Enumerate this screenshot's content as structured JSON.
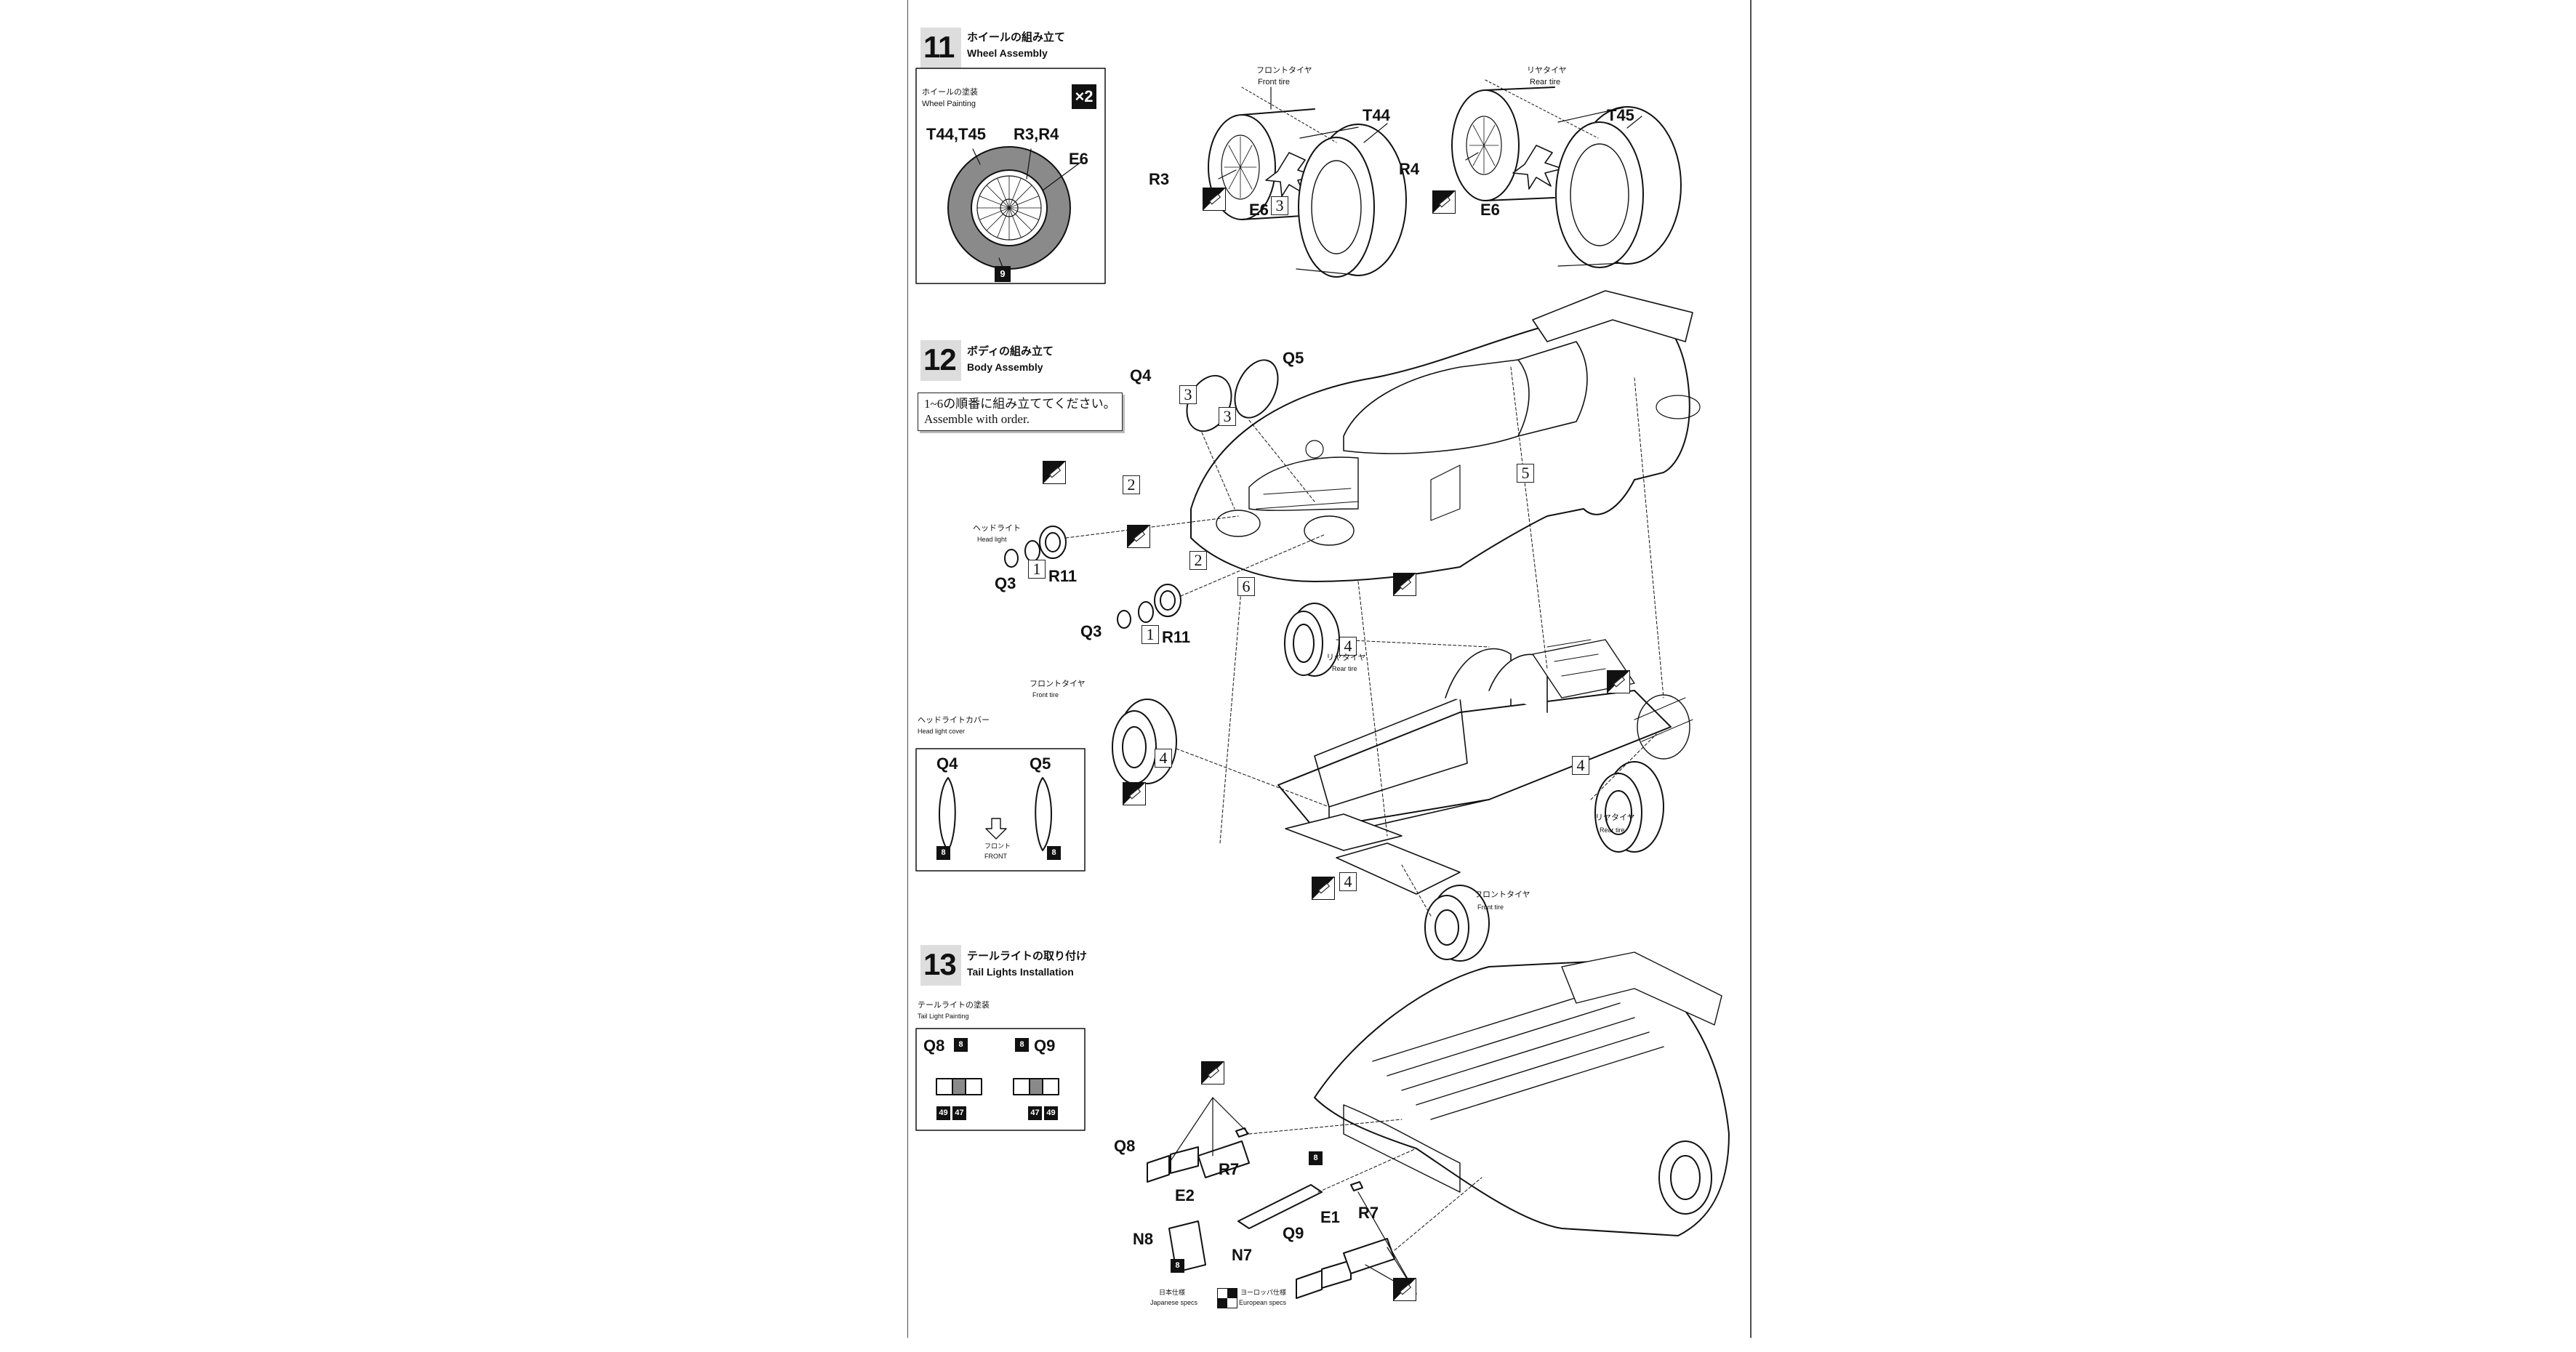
{
  "colors": {
    "ink": "#111111",
    "paper": "#ffffff",
    "tire_gray": "#8a8a8a"
  },
  "step11": {
    "number": "11",
    "title_jp": "ホイールの組み立て",
    "title_en": "Wheel Assembly",
    "painting_title_jp": "ホイールの塗装",
    "painting_title_en": "Wheel Painting",
    "multiplier": "×2",
    "paint_labels": [
      "T44,T45",
      "R3,R4",
      "E6"
    ],
    "paint_color": "9",
    "front": {
      "label_jp": "フロントタイヤ",
      "label_en": "Front tire",
      "tire": "T44",
      "rim": "R3",
      "cap": "E6",
      "order": "3"
    },
    "rear": {
      "label_jp": "リヤタイヤ",
      "label_en": "Rear tire",
      "tire": "T45",
      "rim": "R4",
      "cap": "E6"
    }
  },
  "step12": {
    "number": "12",
    "title_jp": "ボディの組み立て",
    "title_en": "Body Assembly",
    "note_jp": "1~6の順番に組み立ててください。",
    "note_en": "Assemble with order.",
    "orders": [
      "1",
      "2",
      "3",
      "4",
      "5",
      "6"
    ],
    "parts": {
      "cover_left": "Q4",
      "cover_right": "Q5",
      "lens": "Q3",
      "reflector": "R11"
    },
    "headlight_jp": "ヘッドライト",
    "headlight_en": "Head light",
    "headlight_cover_jp": "ヘッドライトカバー",
    "headlight_cover_en": "Head light cover",
    "front_jp": "フロント",
    "front_en": "FRONT",
    "cover_paint": "8",
    "front_tire_jp": "フロントタイヤ",
    "front_tire_en": "Front tire",
    "rear_tire_jp": "リヤタイヤ",
    "rear_tire_en": "Rear tire"
  },
  "step13": {
    "number": "13",
    "title_jp": "テールライトの取り付け",
    "title_en": "Tail Lights Installation",
    "painting_title_jp": "テールライトの塗装",
    "painting_title_en": "Tail Light Painting",
    "left_part": "Q8",
    "right_part": "Q9",
    "clear_paint": "8",
    "paint_a": "49",
    "paint_b": "47",
    "parts": {
      "q8": "Q8",
      "q9": "Q9",
      "r7": "R7",
      "e1": "E1",
      "e2": "E2",
      "n7": "N7",
      "n8": "N8",
      "paint8": "8"
    },
    "japanese_specs_jp": "日本仕様",
    "japanese_specs_en": "Japanese specs",
    "european_specs_jp": "ヨーロッパ仕様",
    "european_specs_en": "European specs"
  }
}
